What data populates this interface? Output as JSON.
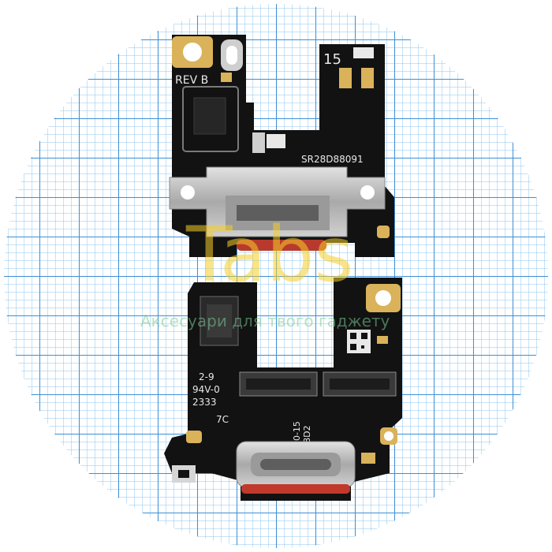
{
  "boards": {
    "upper": {
      "rev_label": "REV B",
      "number_label": "15",
      "serial_label": "SR28D88091"
    },
    "lower": {
      "marking_1": "2-9",
      "marking_2": "94V-0",
      "marking_3": "2333",
      "marking_4": "7C",
      "date_label": "23-10-15",
      "part_label": "P6D8D2"
    }
  },
  "watermark": {
    "logo": "Tabs",
    "tagline": "Аксесуари для твого гаджету",
    "color": "#f5cd28"
  },
  "colors": {
    "grid_paper": "#ffffff",
    "grid_line": "#4a9fe0",
    "pcb": "#121212",
    "gold": "#d9b25a",
    "connector_metal": "#b8b8b8"
  }
}
